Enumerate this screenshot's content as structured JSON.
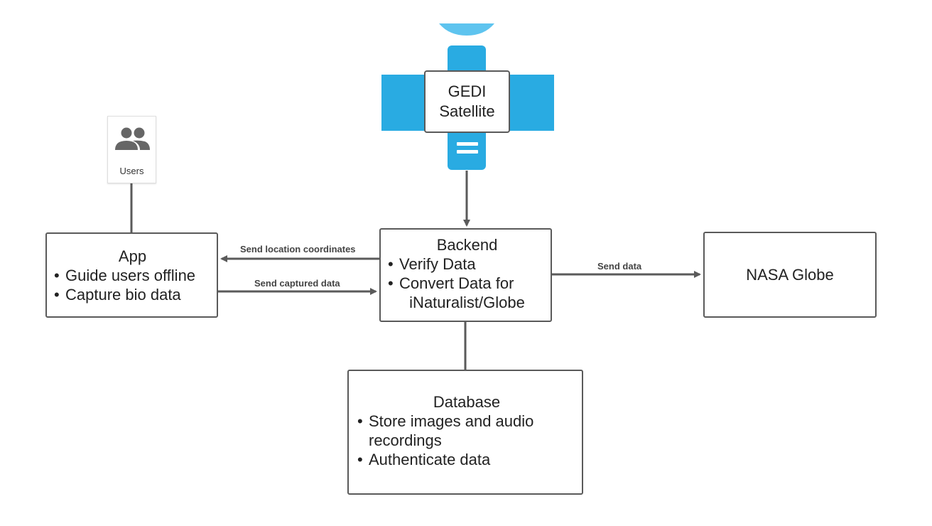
{
  "users": {
    "label": "Users",
    "icon": "people-icon"
  },
  "satellite": {
    "icon": "satellite-icon",
    "label_line1": "GEDI",
    "label_line2": "Satellite",
    "color": "#29abe2"
  },
  "app": {
    "title": "App",
    "items": [
      "Guide users offline",
      "Capture bio data"
    ]
  },
  "backend": {
    "title": "Backend",
    "items": [
      "Verify Data",
      "Convert Data for",
      "iNaturalist/Globe"
    ]
  },
  "nasa": {
    "title": "NASA Globe"
  },
  "database": {
    "title": "Database",
    "items": [
      "Store images and audio",
      "recordings",
      "Authenticate data"
    ]
  },
  "edges": {
    "send_location": "Send location coordinates",
    "send_captured": "Send captured data",
    "send_data": "Send data"
  },
  "colors": {
    "line": "#5a5a5a",
    "box_border": "#5a5a5a",
    "satellite": "#29abe2"
  }
}
